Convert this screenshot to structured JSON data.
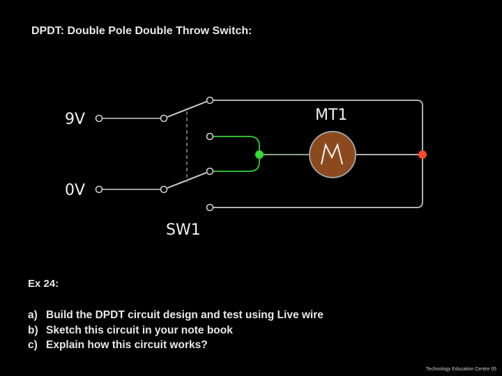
{
  "title": "DPDT: Double Pole Double Throw Switch:",
  "diagram": {
    "labels": {
      "positive": "9V",
      "negative": "0V",
      "motor": "MT1",
      "switch": "SW1"
    },
    "colors": {
      "wire_dark": "#8a8a8a",
      "wire_light": "#b8b8b8",
      "wire_green": "#2fb82f",
      "terminal": "#cfcfcf",
      "motor_fill": "#8b4a1e",
      "junction_left": "#33dd33",
      "junction_right": "#ff4a2a"
    },
    "icons": [
      "motor-icon",
      "switch-icon",
      "terminal-icon",
      "junction-icon"
    ]
  },
  "exercise": {
    "title": "Ex 24:",
    "tasks": [
      {
        "marker": "a)",
        "text": "Build the DPDT circuit design and test using Live wire"
      },
      {
        "marker": "b)",
        "text": "Sketch this circuit in your note book"
      },
      {
        "marker": "c)",
        "text": "Explain how this circuit works?"
      }
    ]
  },
  "footer": "Technology Education Centre 05"
}
